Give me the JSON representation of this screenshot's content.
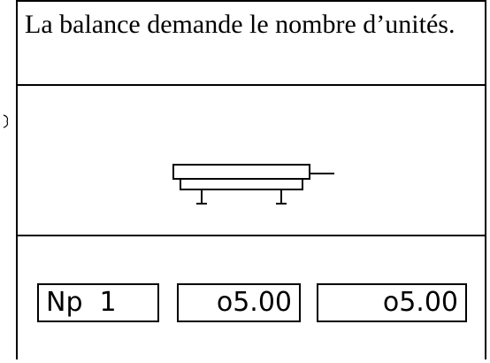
{
  "instruction": "La balance demande le nombre d’unités.",
  "displays": [
    {
      "text": "Np  1"
    },
    {
      "text": "o5.00"
    },
    {
      "text": "o5.00"
    }
  ]
}
